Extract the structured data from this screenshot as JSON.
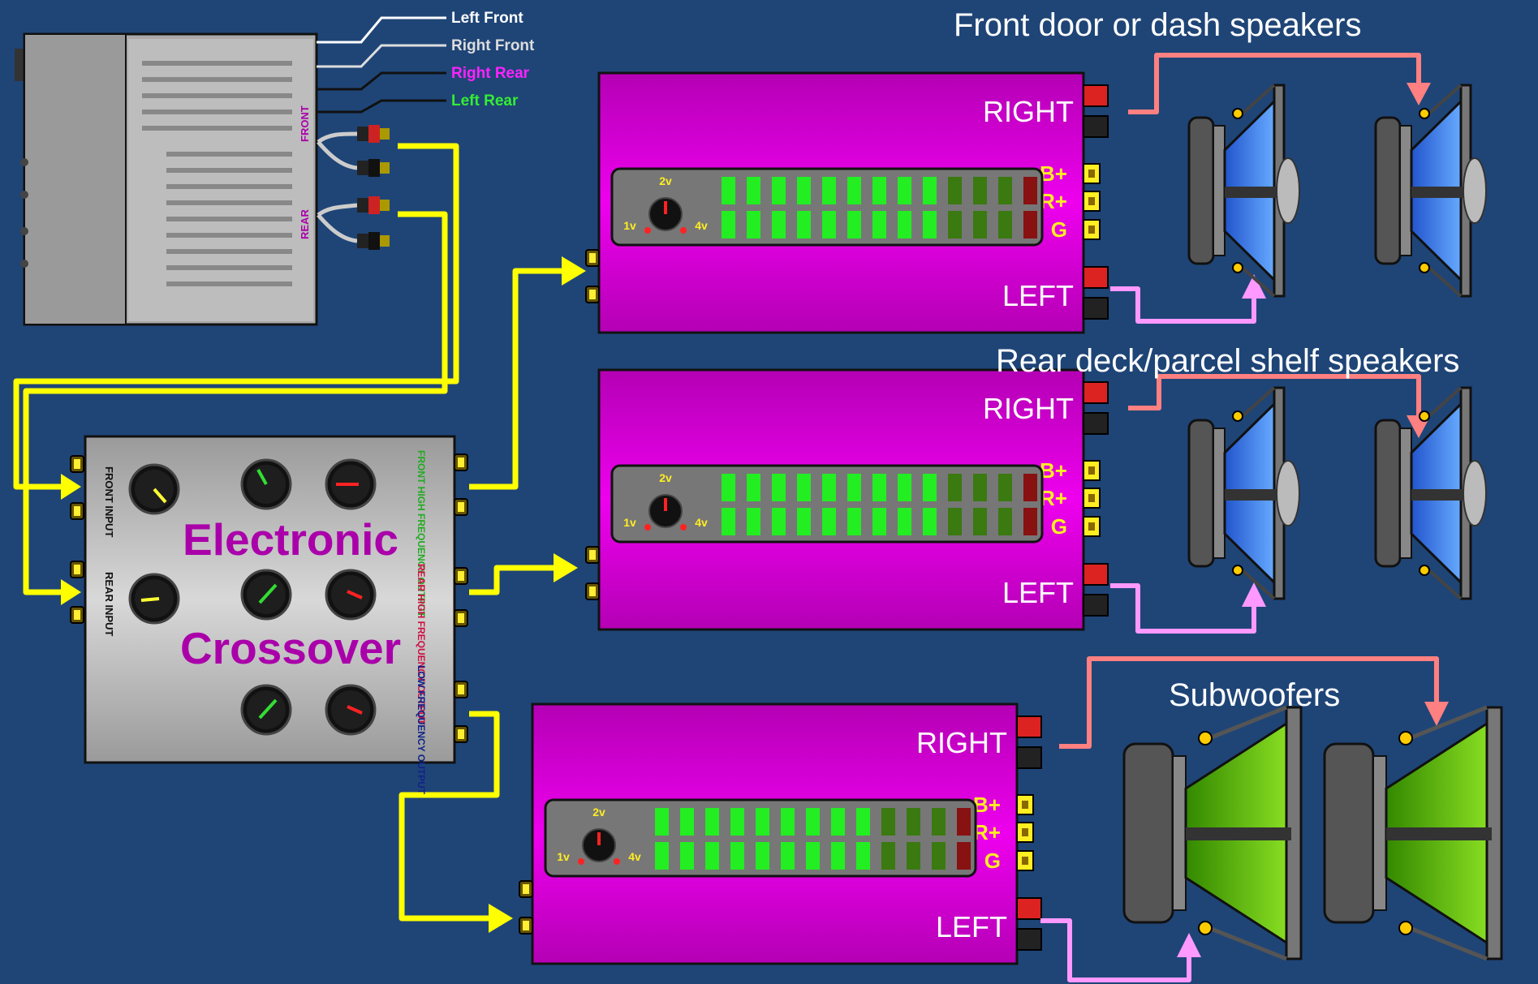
{
  "head_unit": {
    "wires": [
      {
        "label": "Left Front",
        "color": "#ffffff"
      },
      {
        "label": "Right Front",
        "color": "#dddddd"
      },
      {
        "label": "Right Rear",
        "color": "#ff22ff"
      },
      {
        "label": "Left Rear",
        "color": "#33ee33"
      }
    ],
    "front_label": "FRONT",
    "rear_label": "REAR"
  },
  "crossover": {
    "title_line1": "Electronic",
    "title_line2": "Crossover",
    "front_input": "FRONT INPUT",
    "rear_input": "REAR INPUT",
    "front_high_output": "FRONT HIGH FREQUENCY OUTPUT",
    "rear_high_output": "REAR HIGH FREQUENCY OUTPUT",
    "low_output": "LOW FREQUENCY OUTPUT"
  },
  "amplifiers": {
    "right_label": "RIGHT",
    "left_label": "LEFT",
    "terminal_b": "B+",
    "terminal_r": "R+",
    "terminal_g": "G",
    "gain_mid": "2v",
    "gain_min": "1v",
    "gain_max": "4v"
  },
  "speaker_groups": {
    "front": "Front door or dash speakers",
    "rear": "Rear deck/parcel shelf speakers",
    "sub": "Subwoofers"
  },
  "colors": {
    "background": "#1f4577",
    "amp_body": "#cc00cc",
    "signal_wire": "#ffff00",
    "right_speaker_wire": "#ff8080",
    "left_speaker_wire": "#ff99ff",
    "meter_green": "#22ee22",
    "meter_dark_green": "#3a7a10",
    "meter_red": "#881111",
    "knob_yellow": "#ffff33",
    "knob_green": "#33dd33",
    "knob_red": "#ff2222"
  }
}
